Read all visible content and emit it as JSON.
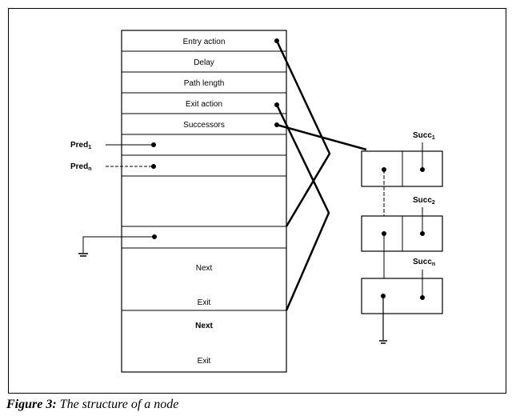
{
  "figure": {
    "caption_label": "Figure 3:",
    "caption_text": "The structure of a node"
  },
  "node_record": {
    "fields": [
      {
        "label": "Entry action",
        "has_pointer": true
      },
      {
        "label": "Delay",
        "has_pointer": false
      },
      {
        "label": "Path length",
        "has_pointer": false
      },
      {
        "label": "Exit action",
        "has_pointer": true
      },
      {
        "label": "Successors",
        "has_pointer": true
      },
      {
        "label": "",
        "has_pointer": false
      },
      {
        "label": "",
        "has_pointer": false
      },
      {
        "label": "",
        "has_pointer": false
      },
      {
        "label": "",
        "has_pointer": false
      }
    ],
    "lower_blocks": [
      {
        "top_label": "Next",
        "bottom_label": "Exit"
      },
      {
        "top_label": "Next",
        "bottom_label": "Exit"
      }
    ]
  },
  "predecessors": [
    {
      "label": "Pred",
      "subscript": "1"
    },
    {
      "label": "Pred",
      "subscript": "n"
    }
  ],
  "ground_label": "ground",
  "successors": [
    {
      "label": "Succ",
      "subscript": "1"
    },
    {
      "label": "Succ",
      "subscript": "2"
    },
    {
      "label": "Succ",
      "subscript": "n"
    }
  ]
}
